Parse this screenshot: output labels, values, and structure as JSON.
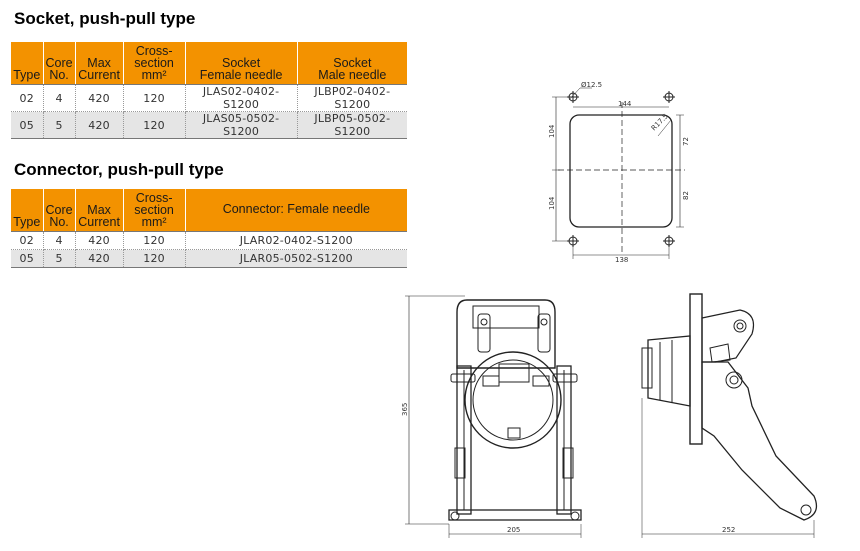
{
  "socket": {
    "title": "Socket, push-pull type",
    "headers": {
      "type": "Type",
      "core": [
        "Core",
        "No."
      ],
      "current": [
        "Max",
        "Current"
      ],
      "cross": [
        "Cross-",
        "section",
        "mm²"
      ],
      "female": [
        "Socket",
        "Female needle"
      ],
      "male": [
        "Socket",
        "Male needle"
      ]
    },
    "rows": [
      {
        "type": "02",
        "core": "4",
        "current": "420",
        "cross": "120",
        "female": "JLAS02-0402-S1200",
        "male": "JLBP02-0402-S1200"
      },
      {
        "type": "05",
        "core": "5",
        "current": "420",
        "cross": "120",
        "female": "JLAS05-0502-S1200",
        "male": "JLBP05-0502-S1200"
      }
    ]
  },
  "connector": {
    "title": "Connector, push-pull type",
    "headers": {
      "type": "Type",
      "core": [
        "Core",
        "No."
      ],
      "current": [
        "Max",
        "Current"
      ],
      "cross": [
        "Cross-",
        "section",
        "mm²"
      ],
      "female": "Connector: Female needle"
    },
    "rows": [
      {
        "type": "02",
        "core": "4",
        "current": "420",
        "cross": "120",
        "female": "JLAR02-0402-S1200"
      },
      {
        "type": "05",
        "core": "5",
        "current": "420",
        "cross": "120",
        "female": "JLAR05-0502-S1200"
      }
    ]
  },
  "drawings": {
    "panel_cutout": {
      "hole": "Ø12.5",
      "top": "144",
      "radius": "R17.5",
      "left_upper": "104",
      "left_lower": "104",
      "right_upper": "72",
      "right_lower": "82",
      "bottom": "138"
    },
    "front_view": {
      "height": "365",
      "width": "205"
    },
    "side_view": {
      "width": "252"
    }
  },
  "colors": {
    "header_bg": "#f39200",
    "alt_row": "#e5e5e5"
  }
}
